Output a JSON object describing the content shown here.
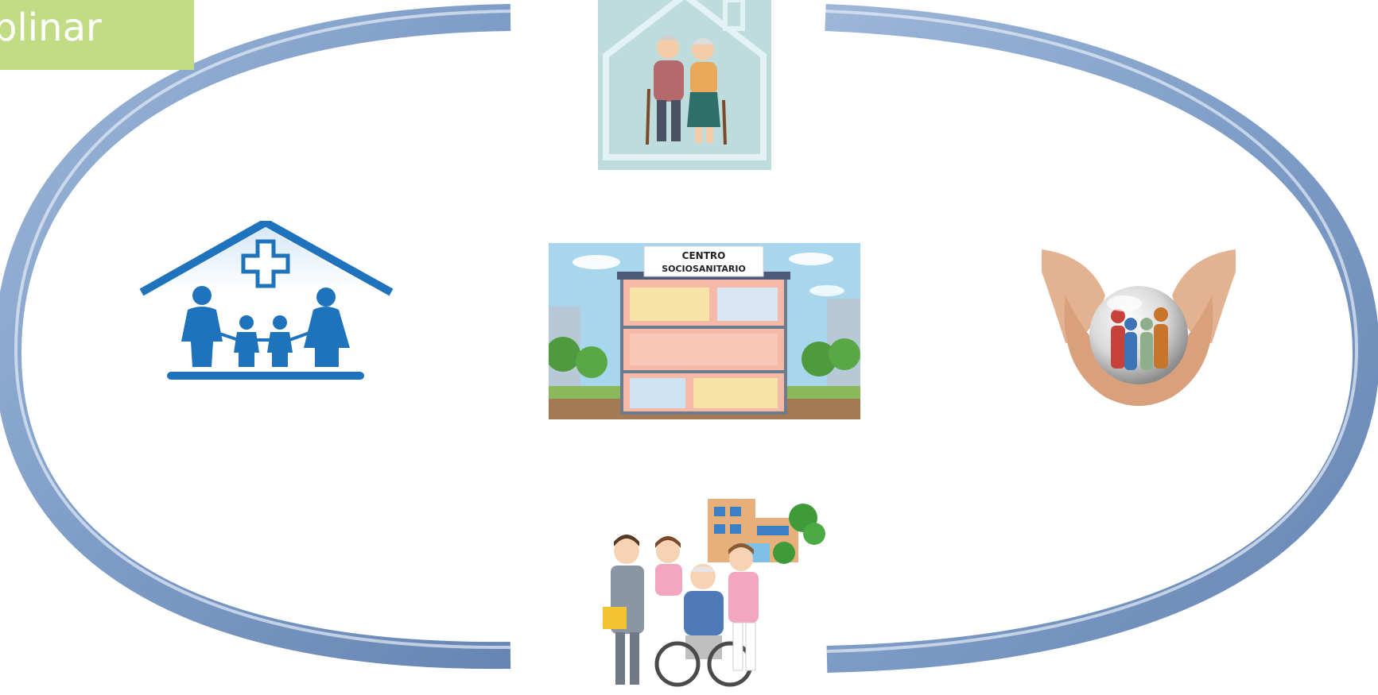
{
  "header_tag": {
    "text": "plinar"
  },
  "center_sign": {
    "line1": "CENTRO",
    "line2": "SOCIOSANITARIO"
  },
  "colors": {
    "ring": "#7b9bc5",
    "ring_highlight": "#e8eef6",
    "tag_bg": "#c2dc86",
    "icon_blue": "#1f73bc",
    "sky": "#a8d6ec",
    "house_bg": "#bfdcdc"
  },
  "icons": {
    "top": "elderly-couple-at-home-icon",
    "left": "health-center-family-icon",
    "center": "sociosanitary-center-building-icon",
    "right": "hands-holding-family-icon",
    "bottom": "caregivers-with-wheelchair-patient-icon"
  }
}
